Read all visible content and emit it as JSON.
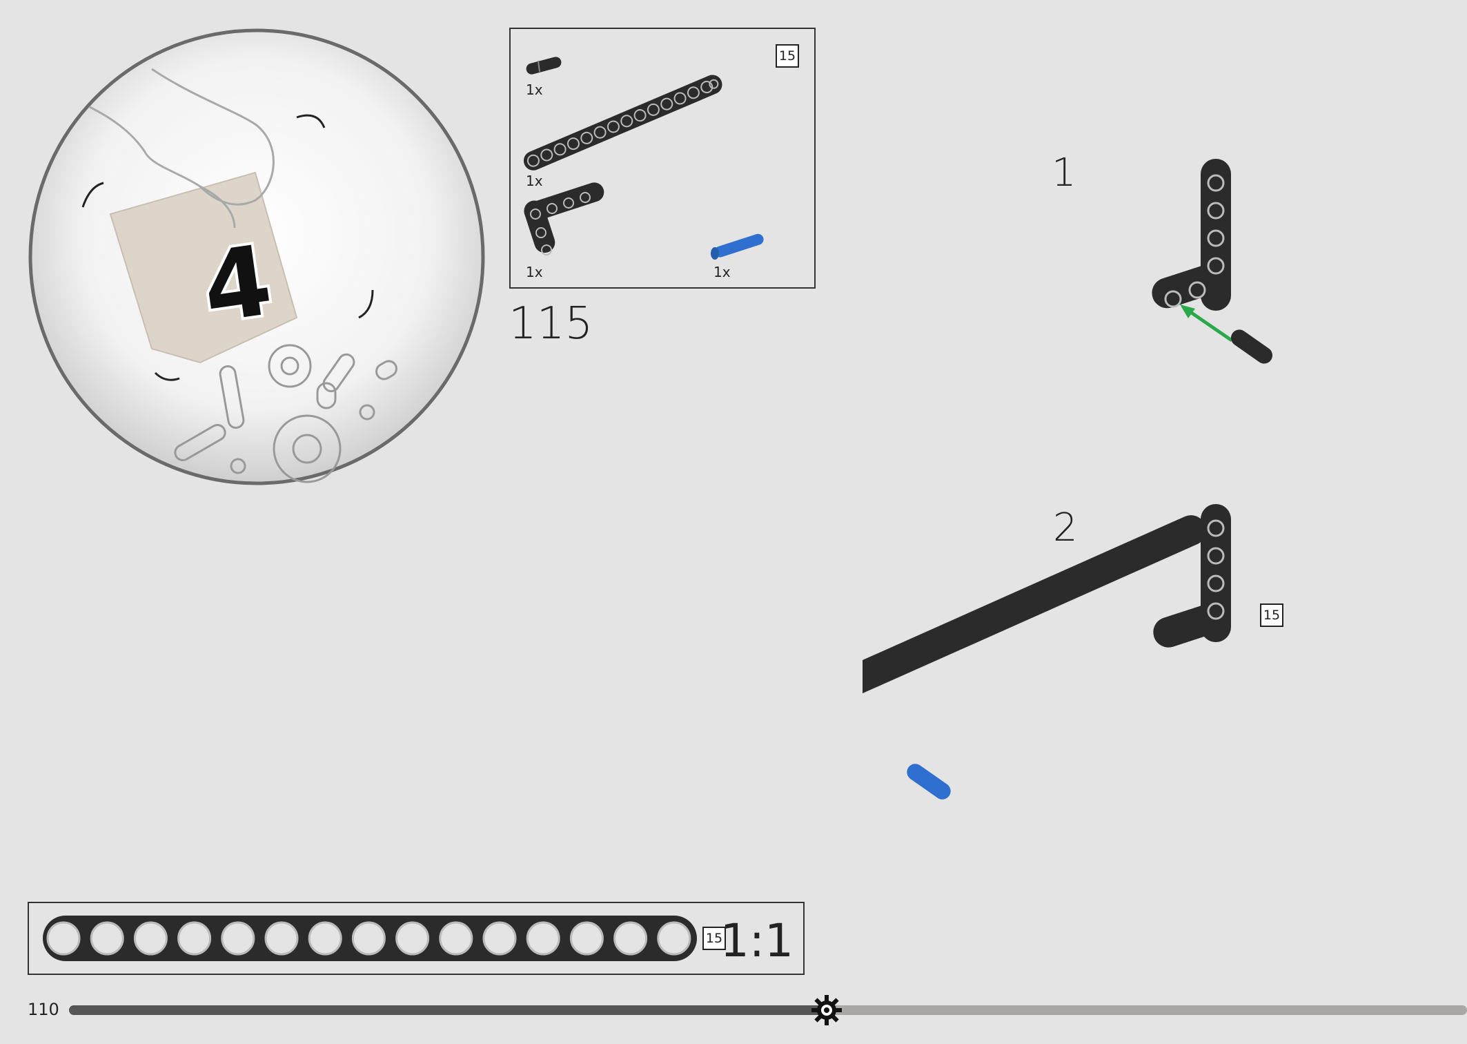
{
  "bag": {
    "number": "4"
  },
  "parts_box": {
    "parts": [
      {
        "name": "friction pin with axle",
        "qty": "1x"
      },
      {
        "name": "beam 15",
        "qty": "1x",
        "length": "15"
      },
      {
        "name": "L-beam 2x4",
        "qty": "1x"
      },
      {
        "name": "pin 3L",
        "qty": "1x"
      }
    ]
  },
  "step": {
    "number": "115"
  },
  "sub_steps": [
    {
      "number": "1"
    },
    {
      "number": "2",
      "length": "15"
    }
  ],
  "ruler": {
    "length": "15",
    "scale": "1:1"
  },
  "footer": {
    "page_number": "110",
    "progress": 0.542
  },
  "colors": {
    "background": "#e4e4e4",
    "beam": "#2b2b2b",
    "blue_part": "#2f6fcf",
    "arrow": "#2aa84a",
    "progress_done": "#555555",
    "progress_remaining": "#a9a7a5"
  }
}
